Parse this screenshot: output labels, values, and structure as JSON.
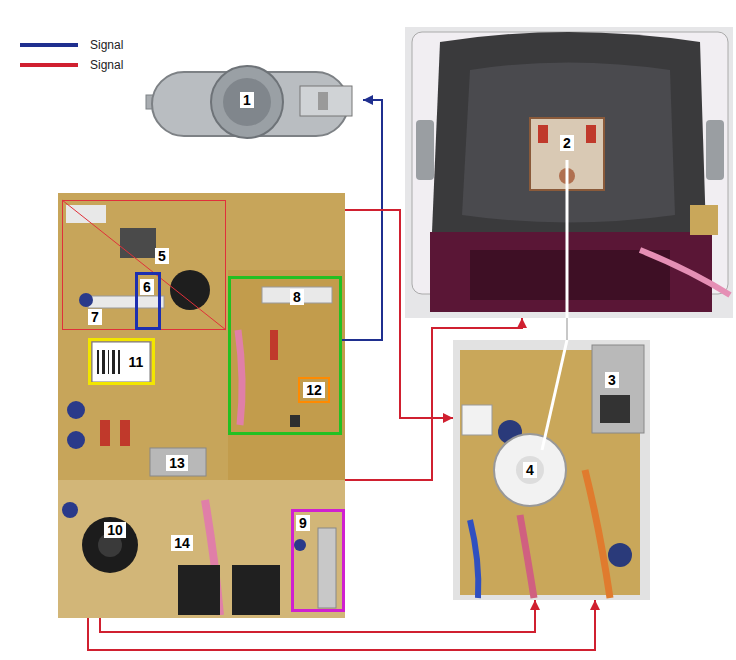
{
  "diagram": {
    "nodes": [
      {
        "text": [
          "1"
        ]
      },
      {
        "text": [
          "2"
        ]
      },
      {
        "text": [
          "7",
          "10",
          "13",
          "14"
        ]
      },
      {
        "text": [
          "5"
        ],
        "in": 2
      },
      {
        "text": [
          "6"
        ],
        "in": 2
      },
      {
        "text": [
          "11"
        ],
        "in": 2
      },
      {
        "text": [
          "8"
        ],
        "in": 2
      },
      {
        "text": [
          "12"
        ],
        "in": 6
      },
      {
        "text": [
          "9"
        ],
        "in": 2
      },
      {
        "text": [
          "3",
          "4"
        ]
      }
    ],
    "edges": [
      {
        "from": 6,
        "to": 0,
        "arrow": "to"
      },
      {
        "from": 2,
        "to": 9,
        "arrow": "to"
      },
      {
        "from": 2,
        "to": 1,
        "arrow": "to"
      },
      {
        "from": 1,
        "to": 9,
        "arrow": "none"
      },
      {
        "from": 2,
        "to": 9,
        "arrow": "to"
      },
      {
        "from": 2,
        "to": 9,
        "arrow": "to"
      }
    ],
    "legend": [
      {
        "text": "Signal"
      },
      {
        "text": "Signal"
      }
    ]
  }
}
